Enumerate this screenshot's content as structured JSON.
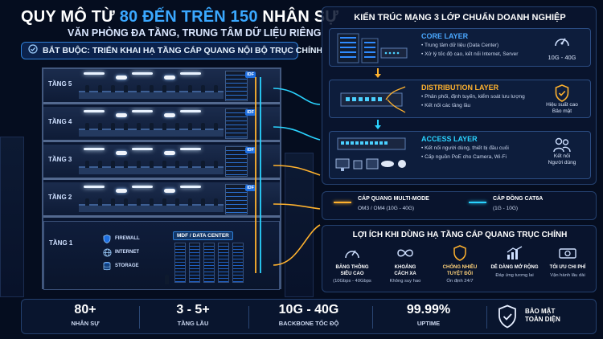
{
  "header": {
    "title_prefix": "QUY MÔ TỪ ",
    "title_highlight": "80 ĐẾN TRÊN 150",
    "title_suffix": " NHÂN SỰ",
    "subtitle": "VĂN PHÒNG ĐA TẦNG, TRUNG TÂM DỮ LIỆU RIÊNG",
    "mandate": "BẮT BUỘC: TRIỂN KHAI HẠ TẦNG CÁP QUANG NỘI BỘ TRỤC CHÍNH"
  },
  "building": {
    "floors": [
      "TẦNG 5",
      "TẦNG 4",
      "TẦNG 3",
      "TẦNG 2"
    ],
    "ground_label": "TẦNG 1",
    "idf_label": "IDF",
    "mdf_label": "MDF / DATA CENTER",
    "services": [
      "FIREWALL",
      "INTERNET",
      "STORAGE"
    ]
  },
  "architecture": {
    "title": "KIẾN TRÚC MẠNG 3 LỚP CHUẨN DOANH NGHIỆP",
    "layers": [
      {
        "name": "CORE LAYER",
        "color": "#4aa8ff",
        "bullets": [
          "• Trung tâm dữ liệu (Data Center)",
          "• Xử lý tốc độ cao, kết nối Internet, Server"
        ],
        "side_text": "10G - 40G",
        "side_icon": "speedometer-icon"
      },
      {
        "name": "DISTRIBUTION LAYER",
        "color": "#ffb22e",
        "bullets": [
          "• Phân phối, định tuyến, kiểm soát lưu lượng",
          "• Kết nối các tầng lầu"
        ],
        "side_text": "Hiệu suất cao\nBảo mật",
        "side_icon": "shield-check-icon"
      },
      {
        "name": "ACCESS LAYER",
        "color": "#2ad3ff",
        "bullets": [
          "• Kết nối người dùng, thiết bị đầu cuối",
          "• Cấp nguồn PoE cho Camera, Wi-Fi"
        ],
        "side_text": "Kết nối\nNgười dùng",
        "side_icon": "users-icon"
      }
    ]
  },
  "legend": {
    "items": [
      {
        "title": "CÁP QUANG MULTI-MODE",
        "sub": "OM3 / OM4 (10G - 40G)",
        "color": "#ffb22e"
      },
      {
        "title": "CÁP ĐỒNG CAT6A",
        "sub": "(1G - 10G)",
        "color": "#2ad3ff"
      }
    ]
  },
  "benefits": {
    "title": "LỢI ÍCH KHI DÙNG HẠ TẦNG CÁP QUANG TRỤC CHÍNH",
    "items": [
      {
        "title": "BĂNG THÔNG\nSIÊU CAO",
        "sub": "(10Gbps - 40Gbps",
        "icon": "speedometer-icon"
      },
      {
        "title": "KHOẢNG\nCÁCH XA",
        "sub": "Không suy hao",
        "icon": "infinity-icon"
      },
      {
        "title": "CHỐNG NHIỄU\nTUYỆT ĐỐI",
        "sub": "Ổn định 24/7",
        "icon": "shield-icon"
      },
      {
        "title": "DỄ DÀNG MỞ RỘNG",
        "sub": "Đáp ứng tương lai",
        "icon": "growth-chart-icon"
      },
      {
        "title": "TỐI ƯU CHI PHÍ",
        "sub": "Vận hành lâu dài",
        "icon": "money-icon"
      }
    ]
  },
  "stats": {
    "items": [
      {
        "value": "80+",
        "label": "NHÂN SỰ"
      },
      {
        "value": "3 - 5+",
        "label": "TẦNG LẦU"
      },
      {
        "value": "10G - 40G",
        "label": "BACKBONE TỐC ĐỘ"
      },
      {
        "value": "99.99%",
        "label": "UPTIME"
      }
    ],
    "security_text": "BẢO MẬT\nTOÀN DIỆN"
  }
}
